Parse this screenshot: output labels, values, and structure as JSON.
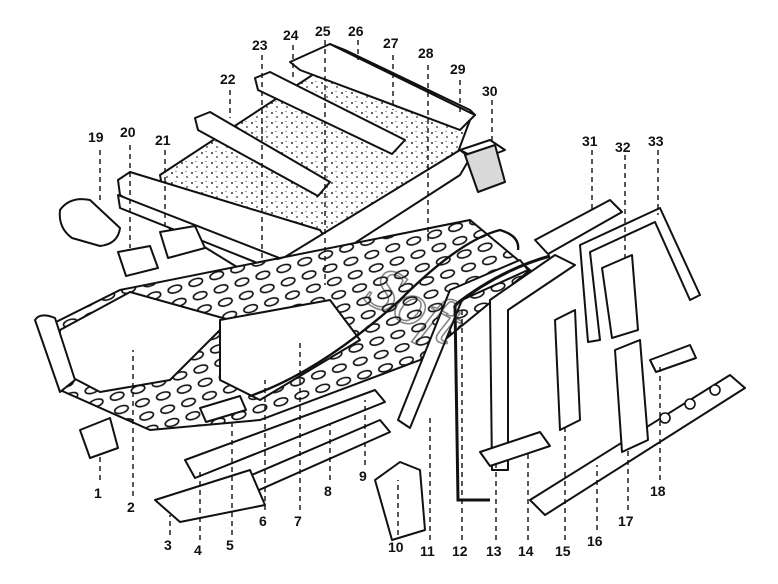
{
  "diagram": {
    "callouts": [
      "1",
      "2",
      "3",
      "4",
      "5",
      "6",
      "7",
      "8",
      "9",
      "10",
      "11",
      "12",
      "13",
      "14",
      "15",
      "16",
      "17",
      "18",
      "19",
      "20",
      "21",
      "22",
      "23",
      "24",
      "25",
      "26",
      "27",
      "28",
      "29",
      "30",
      "31",
      "32",
      "33"
    ],
    "watermark": "Soft"
  }
}
